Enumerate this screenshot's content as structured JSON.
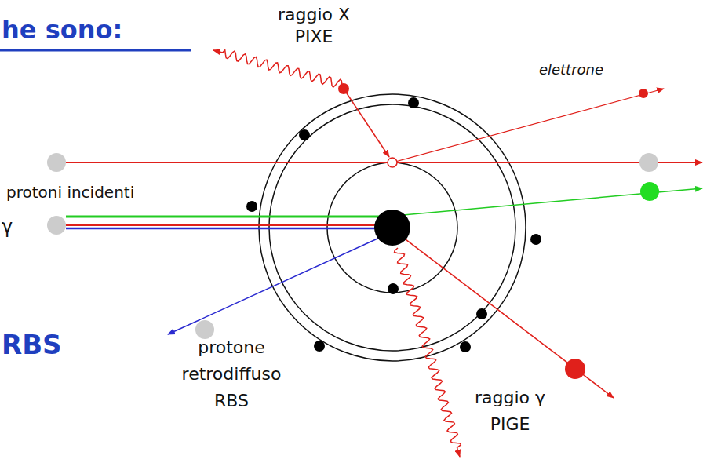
{
  "diagram": {
    "labels": [
      "he sono:",
      "raggio X",
      "PIXE",
      "elettrone",
      "protoni incidenti",
      "γ",
      "RBS",
      "protone",
      "retrodiffuso",
      "RBS",
      "raggio γ",
      "PIGE"
    ]
  }
}
